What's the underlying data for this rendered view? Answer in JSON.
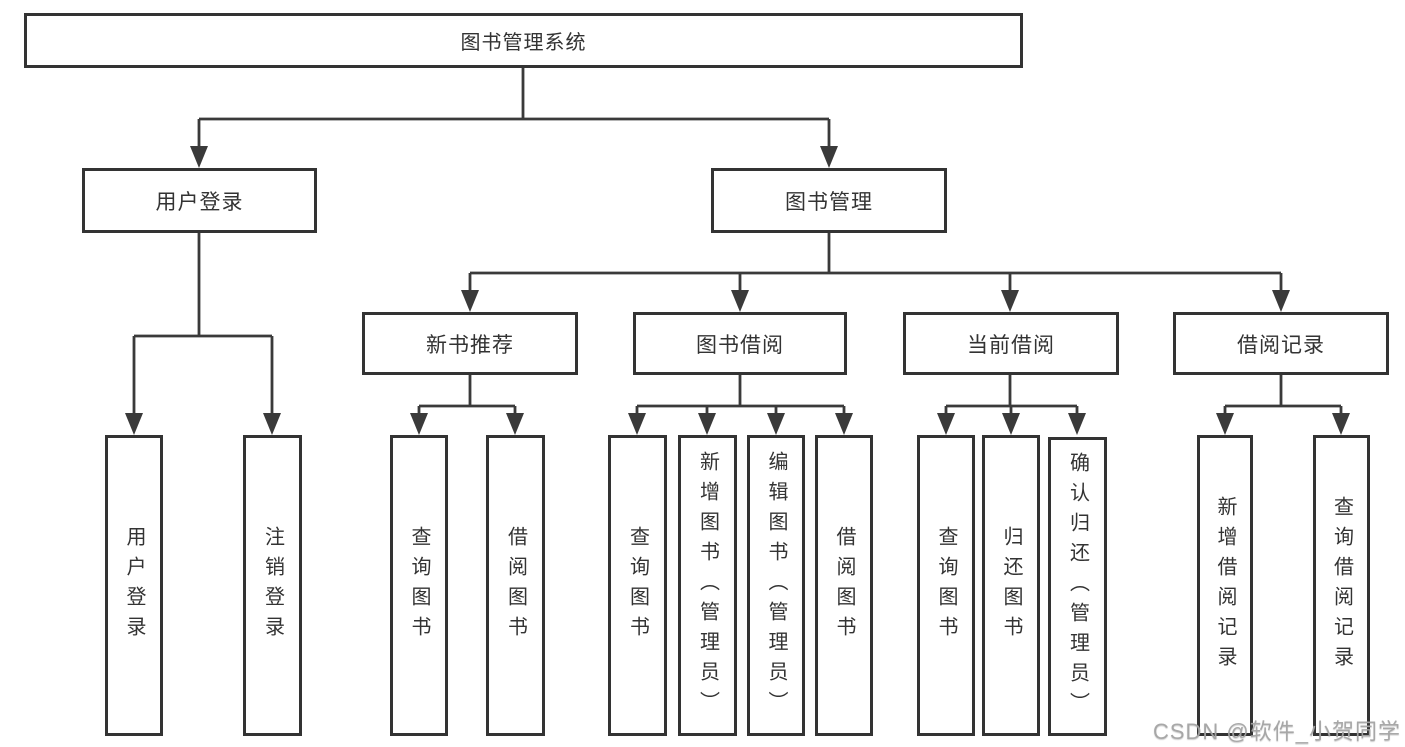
{
  "tree": {
    "label": "图书管理系统",
    "children": [
      {
        "label": "用户登录",
        "children": [
          {
            "label": "用户登录"
          },
          {
            "label": "注销登录"
          }
        ]
      },
      {
        "label": "图书管理",
        "children": [
          {
            "label": "新书推荐",
            "children": [
              {
                "label": "查询图书"
              },
              {
                "label": "借阅图书"
              }
            ]
          },
          {
            "label": "图书借阅",
            "children": [
              {
                "label": "查询图书"
              },
              {
                "label": "新增图书（管理员）"
              },
              {
                "label": "编辑图书（管理员）"
              },
              {
                "label": "借阅图书"
              }
            ]
          },
          {
            "label": "当前借阅",
            "children": [
              {
                "label": "查询图书"
              },
              {
                "label": "归还图书"
              },
              {
                "label": "确认归还（管理员）"
              }
            ]
          },
          {
            "label": "借阅记录",
            "children": [
              {
                "label": "新增借阅记录"
              },
              {
                "label": "查询借阅记录"
              }
            ]
          }
        ]
      }
    ]
  },
  "watermark": {
    "text": "CSDN @软件_小贺同学"
  },
  "colors": {
    "line": "#3a3a3a",
    "box_border": "#333333",
    "box_fill": "#ffffff",
    "text": "#333333",
    "watermark": "#a4a4a4",
    "background": "#ffffff"
  }
}
